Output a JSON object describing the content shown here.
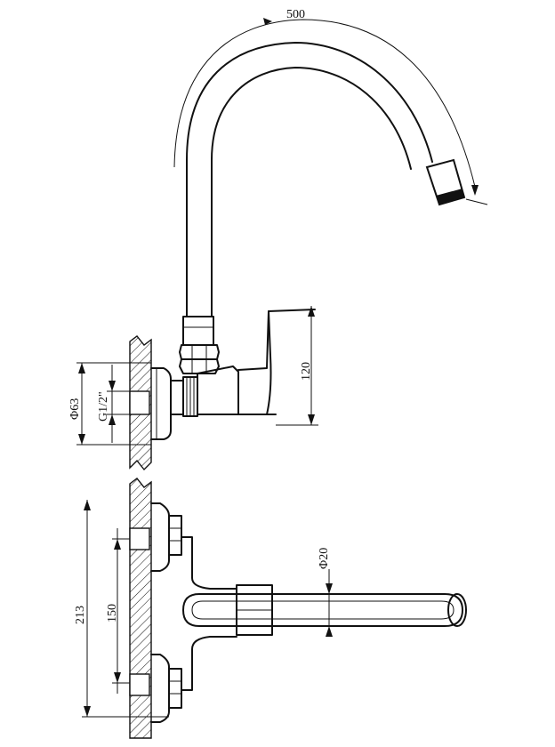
{
  "dimensions": {
    "spout_reach": "500",
    "body_height": "120",
    "flange_diameter": "Φ63",
    "thread_size": "G1/2\"",
    "spout_diameter": "Φ20",
    "total_height": "213",
    "inlet_spacing": "150"
  },
  "colors": {
    "line": "#111111",
    "background": "#ffffff"
  }
}
